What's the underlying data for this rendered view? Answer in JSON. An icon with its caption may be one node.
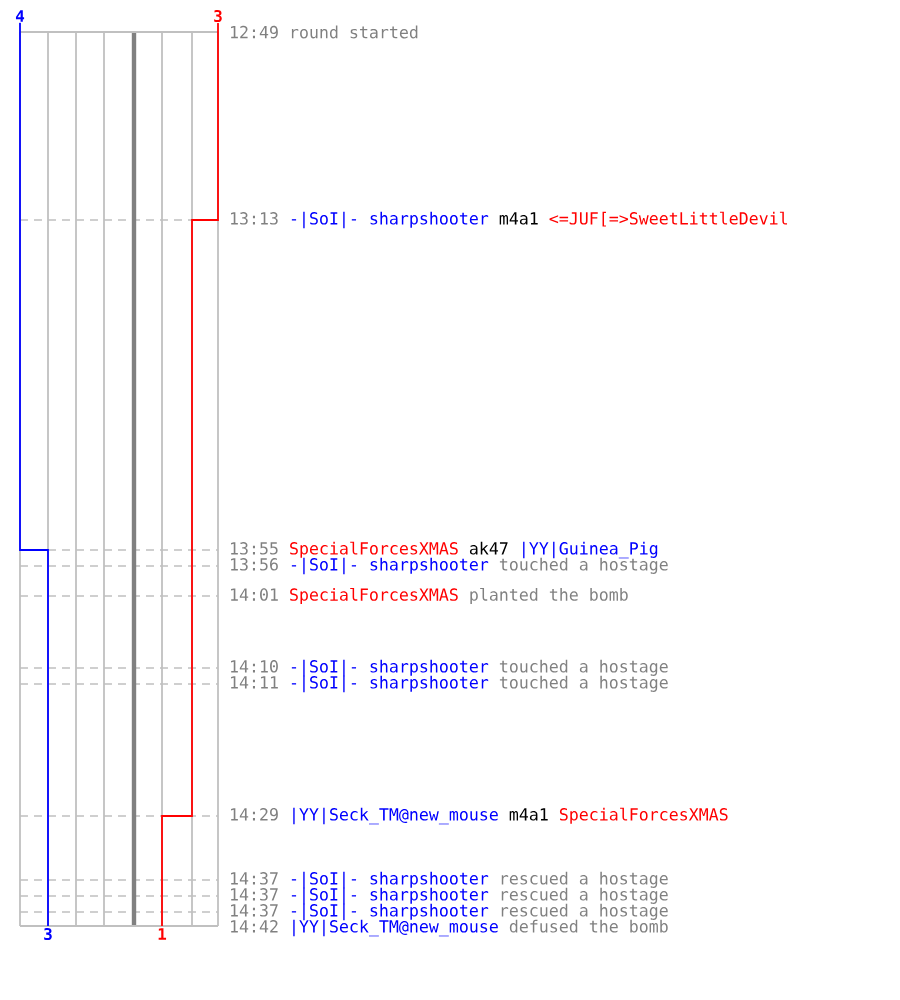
{
  "diagram": {
    "labels": [
      "4",
      "3",
      "12:49",
      "round started",
      "13:13",
      "-|SoI|- sharpshooter",
      "m4a1",
      "<=JUF[=>SweetLittleDevil",
      "13:55",
      "SpecialForcesXMAS",
      "ak47",
      "|YY|Guinea_Pig",
      "13:56",
      "-|SoI|- sharpshooter",
      "touched a hostage",
      "14:01",
      "SpecialForcesXMAS",
      "planted the bomb",
      "14:10",
      "-|SoI|- sharpshooter",
      "touched a hostage",
      "14:11",
      "-|SoI|- sharpshooter",
      "touched a hostage",
      "14:29",
      "|YY|Seck_TM@new_mouse",
      "m4a1",
      "SpecialForcesXMAS",
      "14:37",
      "-|SoI|- sharpshooter",
      "rescued a hostage",
      "14:37",
      "-|SoI|- sharpshooter",
      "rescued a hostage",
      "14:37",
      "-|SoI|- sharpshooter",
      "rescued a hostage",
      "14:42",
      "|YY|Seck_TM@new_mouse",
      "defused the bomb",
      "3",
      "1"
    ]
  }
}
